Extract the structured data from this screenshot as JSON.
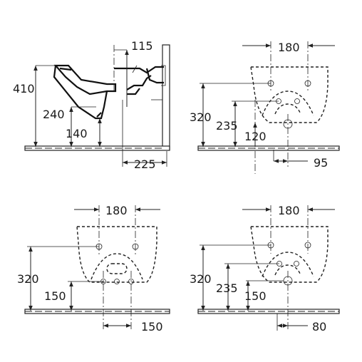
{
  "side_view": {
    "dim_height_top": "410",
    "dim_height_mid": "240",
    "dim_height_low": "140",
    "dim_top_offset": "115",
    "dim_depth": "225"
  },
  "front_view_a": {
    "dim_holes_spacing": "180",
    "dim_height": "320",
    "dim_inner_height": "235",
    "dim_lower_height": "120",
    "dim_offset": "95"
  },
  "front_view_b": {
    "dim_holes_spacing": "180",
    "dim_height": "320",
    "dim_lower_height": "150",
    "dim_bottom_spacing": "150"
  },
  "front_view_c": {
    "dim_holes_spacing": "180",
    "dim_height": "320",
    "dim_inner_height": "235",
    "dim_lower_height": "150",
    "dim_offset": "80"
  }
}
